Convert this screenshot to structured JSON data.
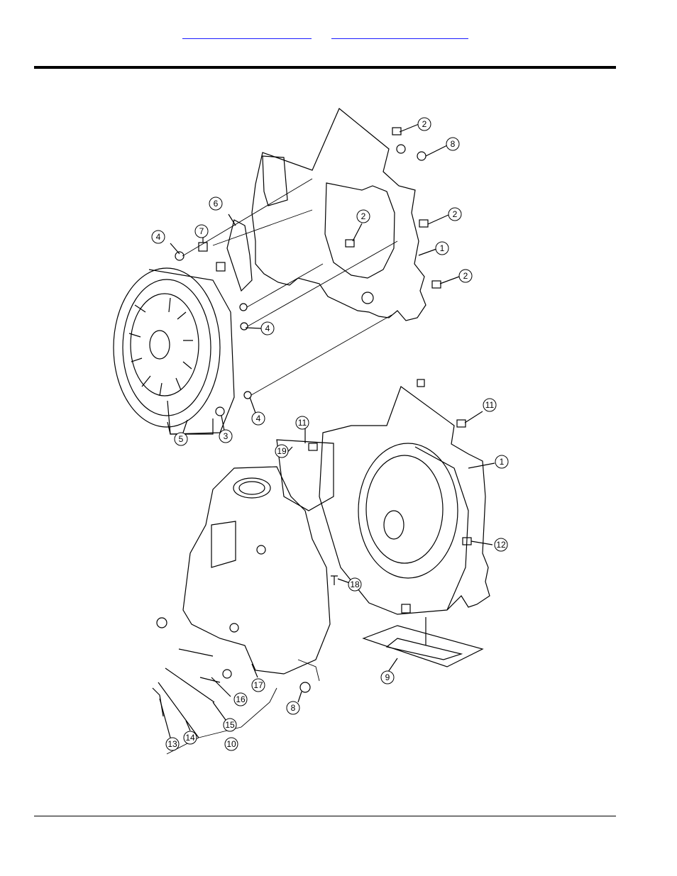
{
  "header": {
    "link_left": "",
    "link_right": ""
  },
  "callouts": [
    {
      "id": "c1a",
      "label": "2"
    },
    {
      "id": "c1b",
      "label": "8"
    },
    {
      "id": "c1c",
      "label": "6"
    },
    {
      "id": "c1d",
      "label": "2"
    },
    {
      "id": "c1e",
      "label": "2"
    },
    {
      "id": "c1f",
      "label": "4"
    },
    {
      "id": "c1g",
      "label": "7"
    },
    {
      "id": "c1h",
      "label": "1"
    },
    {
      "id": "c1i",
      "label": "2"
    },
    {
      "id": "c1j",
      "label": "4"
    },
    {
      "id": "c1k",
      "label": "4"
    },
    {
      "id": "c1l",
      "label": "5"
    },
    {
      "id": "c1m",
      "label": "3"
    },
    {
      "id": "c2a",
      "label": "11"
    },
    {
      "id": "c2b",
      "label": "19"
    },
    {
      "id": "c2c",
      "label": "11"
    },
    {
      "id": "c2d",
      "label": "1"
    },
    {
      "id": "c2e",
      "label": "12"
    },
    {
      "id": "c2f",
      "label": "18"
    },
    {
      "id": "c2g",
      "label": "17"
    },
    {
      "id": "c2h",
      "label": "9"
    },
    {
      "id": "c2i",
      "label": "16"
    },
    {
      "id": "c2j",
      "label": "8"
    },
    {
      "id": "c2k",
      "label": "15"
    },
    {
      "id": "c2l",
      "label": "13"
    },
    {
      "id": "c2m",
      "label": "14"
    },
    {
      "id": "c2n",
      "label": "10"
    }
  ]
}
